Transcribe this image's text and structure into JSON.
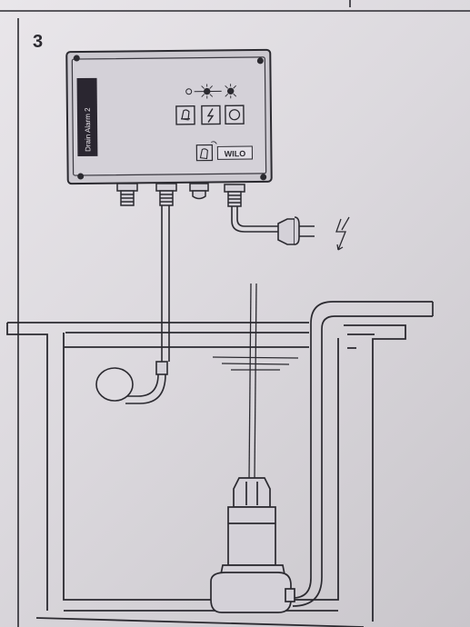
{
  "figure": {
    "step_number": "3",
    "alarm_unit": {
      "side_label": "Drain Alarm 2",
      "brand": "WILO"
    }
  },
  "colors": {
    "paper": "#dedbe0",
    "ink": "#2b2a30",
    "panel": "#cfccd3",
    "dark_strip": "#2a2630",
    "strip_text": "#e8e4ea"
  },
  "icons": [
    "alarm-bell-icon",
    "fault-lightning-icon",
    "reset-icon",
    "mains-voltage-icon",
    "led-indicator-icon"
  ]
}
